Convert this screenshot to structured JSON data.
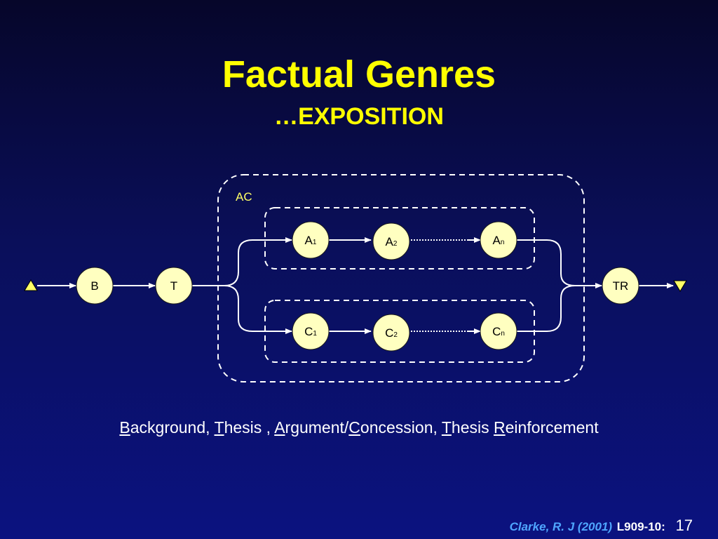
{
  "slide": {
    "title": "Factual Genres",
    "subtitle": "…EXPOSITION",
    "page_number": "17"
  },
  "diagram": {
    "group_label": "AC",
    "nodes": {
      "B": {
        "main": "B",
        "sub": ""
      },
      "T": {
        "main": "T",
        "sub": ""
      },
      "A1": {
        "main": "A",
        "sub": "1"
      },
      "A2": {
        "main": "A",
        "sub": "2"
      },
      "An": {
        "main": "A",
        "sub": "n"
      },
      "C1": {
        "main": "C",
        "sub": "1"
      },
      "C2": {
        "main": "C",
        "sub": "2"
      },
      "Cn": {
        "main": "C",
        "sub": "n"
      },
      "TR": {
        "main": "TR",
        "sub": ""
      }
    },
    "colors": {
      "node_fill": "#ffffc0",
      "arrow": "#ffffff",
      "terminal": "#ffff66"
    }
  },
  "caption": {
    "parts": [
      {
        "u": "B",
        "t": "ackground, "
      },
      {
        "u": "T",
        "t": "hesis , "
      },
      {
        "u": "A",
        "t": "rgument/"
      },
      {
        "u": "C",
        "t": "oncession, "
      },
      {
        "u": "T",
        "t": "hesis "
      },
      {
        "u": "R",
        "t": "einforcement"
      }
    ]
  },
  "footer": {
    "citation": "Clarke, R. J (2001)",
    "code": "L909-10:"
  }
}
